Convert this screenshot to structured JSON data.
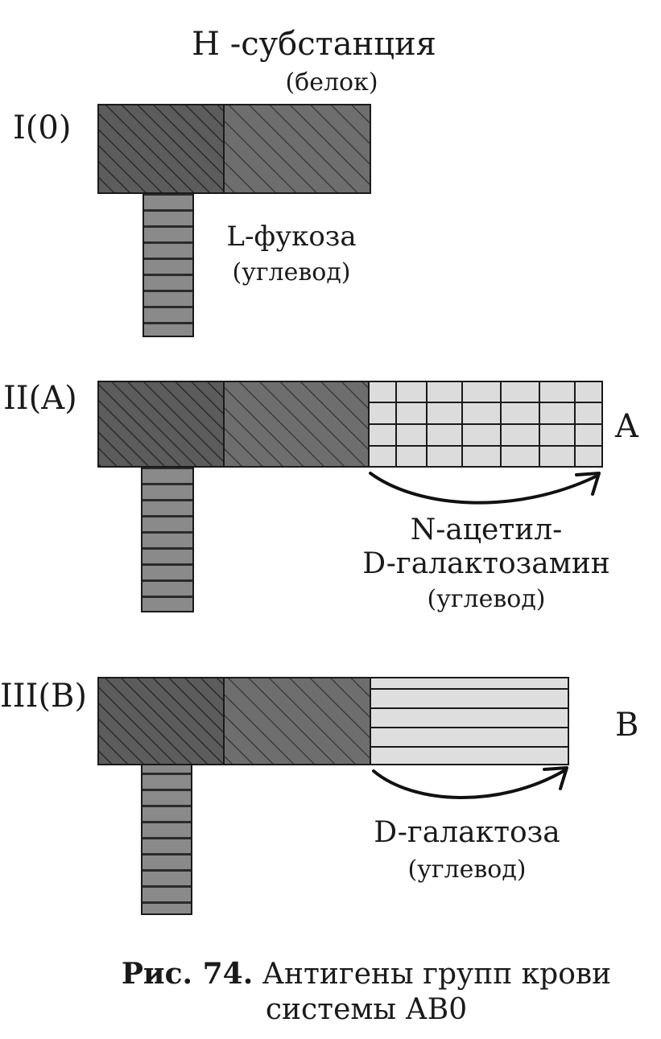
{
  "figure": {
    "caption_number": "Рис. 74.",
    "caption_text": "Антигены групп крови",
    "caption_line2": "системы АВ0"
  },
  "groups": [
    {
      "id": "I(0)",
      "label": "I(0)",
      "top_labels": [
        "H -субстанция",
        "(белок)"
      ],
      "stem_labels": [
        "L-фукоза",
        "(углевод)"
      ],
      "extension": null
    },
    {
      "id": "II(A)",
      "label": "II(A)",
      "extension": {
        "pattern": "grid",
        "letter": "A",
        "labels": [
          "N-ацетил-",
          "D-галактозамин",
          "(углевод)"
        ]
      }
    },
    {
      "id": "III(B)",
      "label": "III(B)",
      "extension": {
        "pattern": "stripes",
        "letter": "B",
        "labels": [
          "D-галактоза",
          "(углевод)"
        ]
      }
    }
  ]
}
